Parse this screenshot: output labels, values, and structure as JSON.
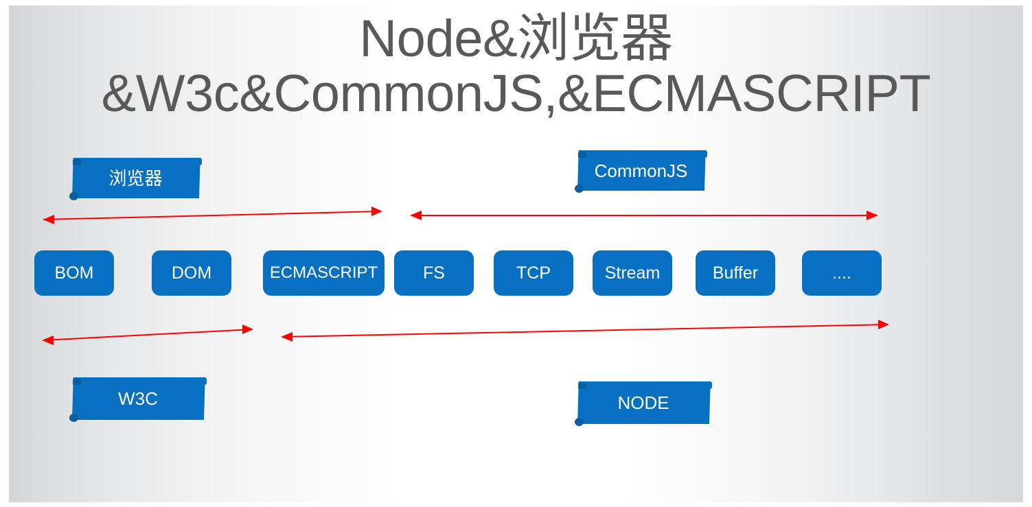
{
  "slide": {
    "title_line_1": "Node&浏览器",
    "title_line_2": "&W3c&CommonJS,&ECMASCRIPT",
    "title_color": "#595959",
    "accent_color": "#0870c0",
    "arrow_color": "#ff0000",
    "background": "linear grey-to-white gradient"
  },
  "top_row": [
    {
      "label": "浏览器",
      "spellcheck_underline": false
    },
    {
      "label": "CommonJS",
      "spellcheck_underline": true
    }
  ],
  "middle_row": [
    {
      "label": "BOM"
    },
    {
      "label": "DOM"
    },
    {
      "label": "ECMASCRIPT"
    },
    {
      "label": "FS"
    },
    {
      "label": "TCP"
    },
    {
      "label": "Stream"
    },
    {
      "label": "Buffer"
    },
    {
      "label": "...."
    }
  ],
  "bottom_row": [
    {
      "label": "W3C"
    },
    {
      "label": "NODE"
    }
  ],
  "arrows": [
    {
      "name": "browser-scope-arrow",
      "direction": "double"
    },
    {
      "name": "commonjs-scope-arrow",
      "direction": "double"
    },
    {
      "name": "w3c-scope-arrow",
      "direction": "double"
    },
    {
      "name": "node-scope-arrow",
      "direction": "double"
    }
  ]
}
